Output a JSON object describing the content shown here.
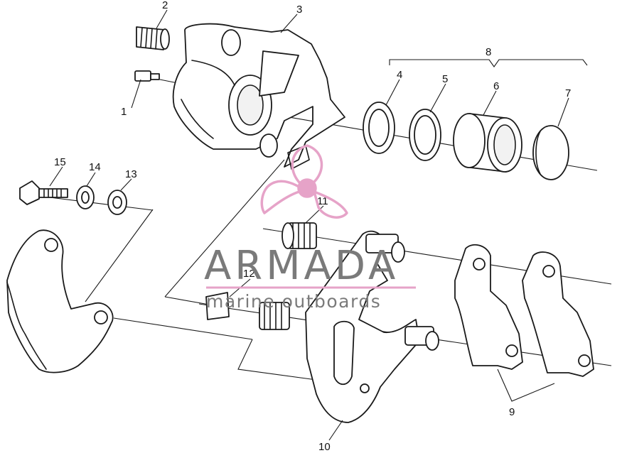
{
  "callouts": [
    "1",
    "2",
    "3",
    "4",
    "5",
    "6",
    "7",
    "8",
    "9",
    "10",
    "11",
    "12",
    "13",
    "14",
    "15"
  ],
  "watermark": {
    "brand": "ARMADA",
    "tagline": "marine outboards",
    "logo_color": "#e6a3c8",
    "text_color": "#7a7a7a"
  }
}
